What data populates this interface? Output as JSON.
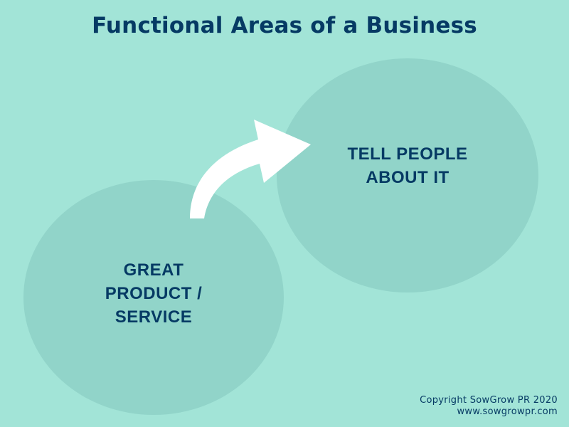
{
  "title": "Functional Areas of a Business",
  "colors": {
    "background": "#a2e4d7",
    "circle_fill": "#91d4c9",
    "text": "#063a64",
    "arrow": "#ffffff"
  },
  "nodes": [
    {
      "id": "product",
      "lines": [
        "GREAT",
        "PRODUCT /",
        "SERVICE"
      ]
    },
    {
      "id": "marketing",
      "lines": [
        "TELL PEOPLE",
        "ABOUT IT"
      ]
    }
  ],
  "connector": {
    "from": "product",
    "to": "marketing",
    "icon": "curved-arrow-icon"
  },
  "footer": {
    "copyright": "Copyright SowGrow PR 2020",
    "website": "www.sowgrowpr.com"
  }
}
